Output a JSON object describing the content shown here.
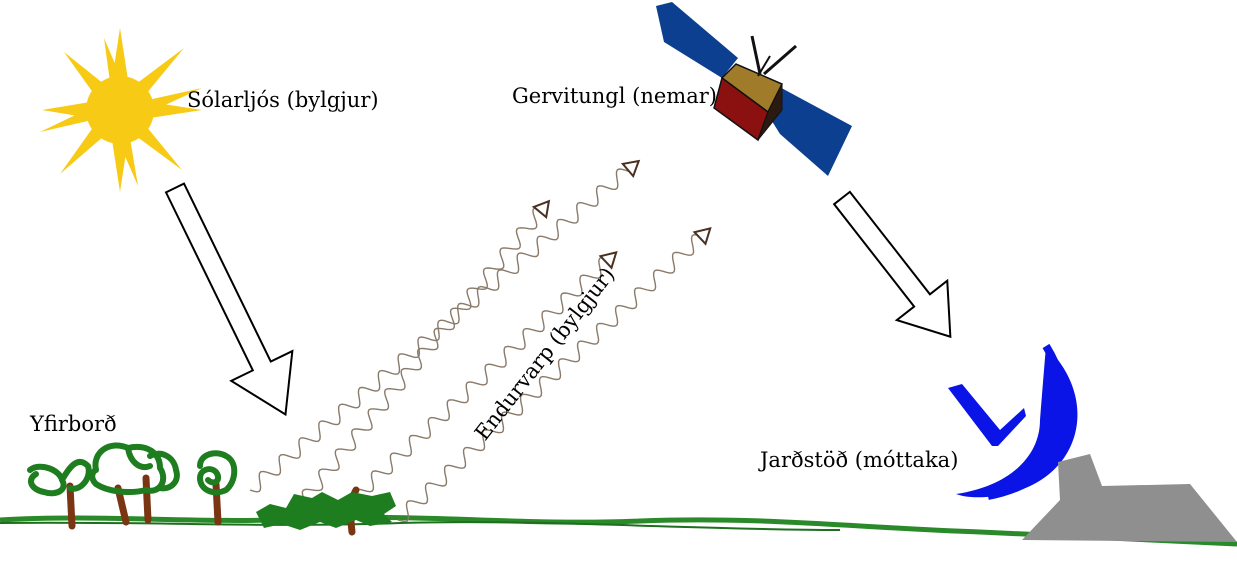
{
  "labels": {
    "sunlight": "Sólarljós (bylgjur)",
    "satellite": "Gervitungl (nemar)",
    "surface": "Yfirborð",
    "ground_station": "Jarðstöð (móttaka)",
    "reflection": "Endurvarp (bylgjur)"
  },
  "colors": {
    "sun": "#f7cb15",
    "vegetation": "#1e7d1e",
    "trunk": "#7a3513",
    "ground": "#2a8a2a",
    "satellite_panel": "#0d3f91",
    "satellite_body_front": "#8b1010",
    "satellite_body_top": "#a07c2a",
    "dish": "#0a14e6",
    "building": "#8f8f8f",
    "wave": "#8a7a6a",
    "arrow_outline": "#000000"
  },
  "icons": {
    "sun": "sun-icon",
    "satellite": "satellite-icon",
    "dish": "satellite-dish-icon",
    "trees": "tree-icon",
    "building": "building-icon"
  }
}
